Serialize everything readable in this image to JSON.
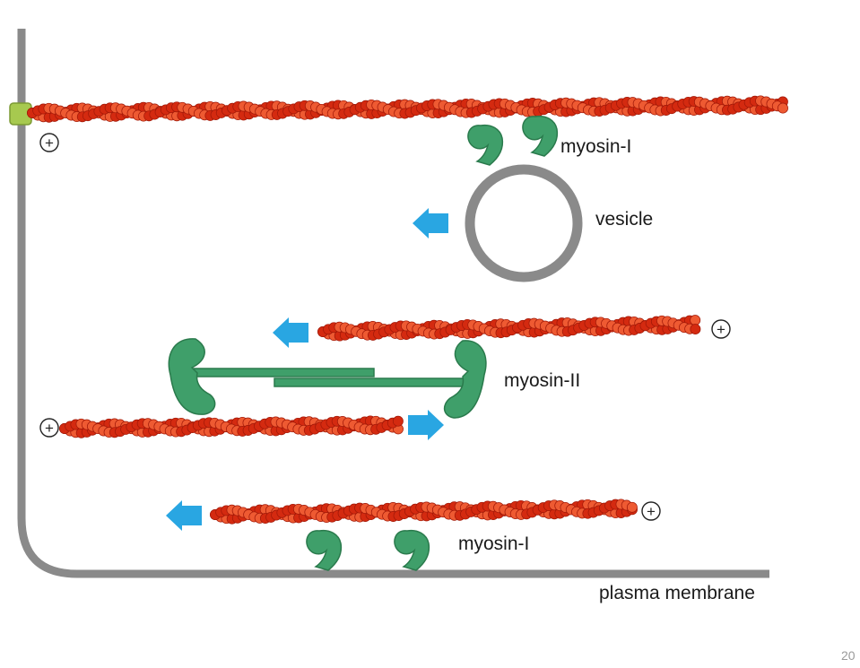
{
  "labels": {
    "myosin_i_top": "myosin-I",
    "vesicle": "vesicle",
    "myosin_ii": "myosin-II",
    "myosin_i_bottom": "myosin-I",
    "plasma_membrane": "plasma membrane"
  },
  "plus_sign": "+",
  "page_number": "20",
  "colors": {
    "actin": "#d42a10",
    "actin_highlight": "#ee5a32",
    "myosin": "#3f9f6a",
    "myosin_outline": "#2a7a4c",
    "membrane": "#8a8a8a",
    "arrow": "#29a6e2",
    "anchor": "#a7c94f"
  },
  "icons": [
    "arrow-left-icon",
    "arrow-right-icon",
    "plus-end-icon"
  ]
}
